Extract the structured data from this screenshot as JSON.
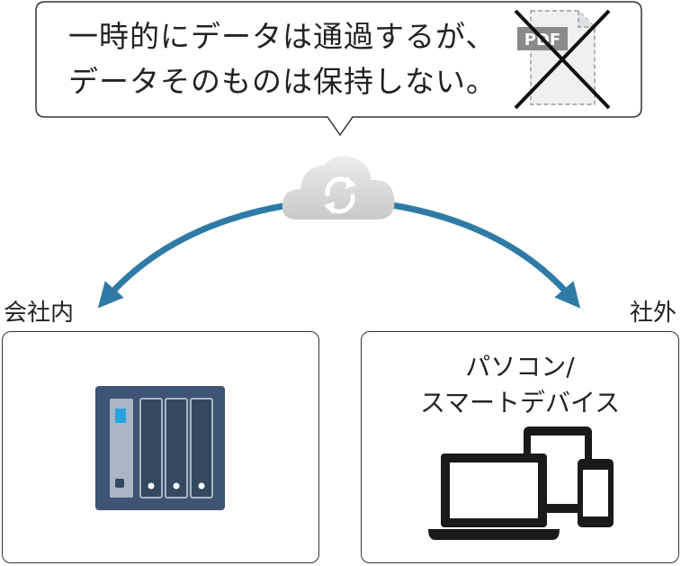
{
  "callout": {
    "line1": "一時的にデータは通過するが、",
    "line2": "データそのものは保持しない。",
    "file_badge": "PDF",
    "file_icon": "pdf-file-icon",
    "cross_icon": "cross-mark-icon"
  },
  "cloud": {
    "icon": "cloud-sync-icon"
  },
  "left": {
    "label": "会社内",
    "device_icon": "nas-icon"
  },
  "right": {
    "label": "社外",
    "caption_line1": "パソコン/",
    "caption_line2": "スマートデバイス",
    "device_icon": "laptop-tablet-phone-icon"
  },
  "colors": {
    "arrow": "#2f7ba6",
    "nas_body": "#3d5475",
    "nas_slot": "#33495f",
    "nas_led": "#2aa4dc",
    "cloud": "#d8d8d8",
    "device": "#1a1a1a"
  }
}
